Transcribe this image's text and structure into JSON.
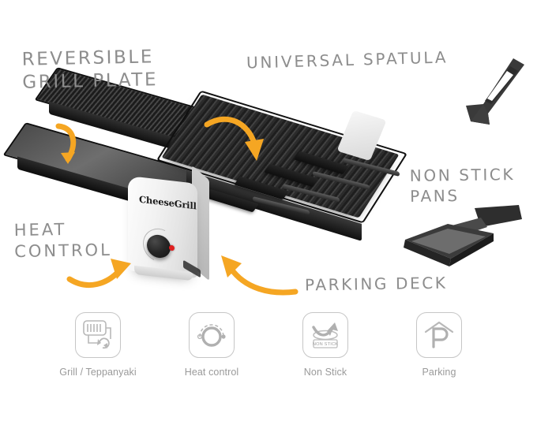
{
  "product": {
    "brand_logo": "CheeseGrill",
    "knob_indicator_color": "#e02020"
  },
  "callouts": [
    {
      "id": "reversible-grill-plate",
      "text": "Reversible\nGrill Plate"
    },
    {
      "id": "universal-spatula",
      "text": "Universal Spatula"
    },
    {
      "id": "non-stick-pans",
      "text": "Non Stick\nPans"
    },
    {
      "id": "heat-control",
      "text": "Heat\nControl"
    },
    {
      "id": "parking-deck",
      "text": "Parking Deck"
    }
  ],
  "features": [
    {
      "id": "grill-teppanyaki",
      "label": "Grill / Teppanyaki",
      "icon": "grill-plate-reverse-icon"
    },
    {
      "id": "heat-control",
      "label": "Heat control",
      "icon": "control-knob-icon"
    },
    {
      "id": "non-stick",
      "label": "Non Stick",
      "icon": "non-stick-pan-icon",
      "badge": "NON STICK"
    },
    {
      "id": "parking",
      "label": "Parking",
      "icon": "parking-p-icon"
    }
  ],
  "colors": {
    "arrow": "#f5a623",
    "callout_text": "#8d8d8d",
    "feature_text": "#9a9a9a",
    "feature_outline": "#c6c6c6"
  }
}
